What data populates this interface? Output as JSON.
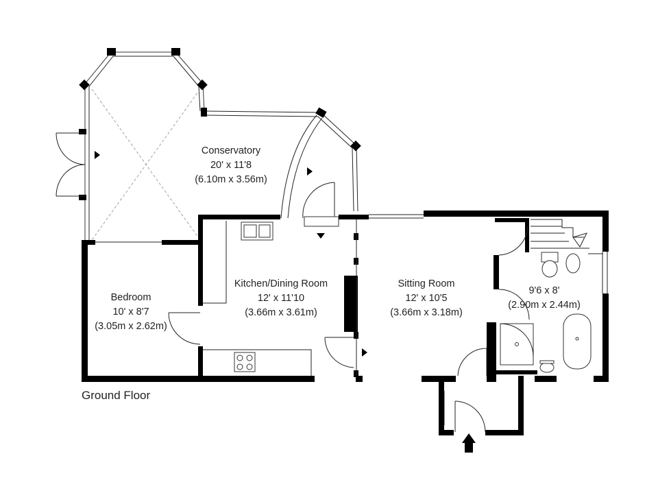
{
  "floor_label": "Ground Floor",
  "rooms": [
    {
      "id": "conservatory",
      "name": "Conservatory",
      "imperial": "20' x 11'8",
      "metric": "(6.10m x 3.56m)"
    },
    {
      "id": "kitchen",
      "name": "Kitchen/Dining Room",
      "imperial": "12' x 11'10",
      "metric": "(3.66m x 3.61m)"
    },
    {
      "id": "sitting",
      "name": "Sitting Room",
      "imperial": "12' x 10'5",
      "metric": "(3.66m x 3.18m)"
    },
    {
      "id": "bedroom",
      "name": "Bedroom",
      "imperial": "10' x 8'7",
      "metric": "(3.05m x 2.62m)"
    },
    {
      "id": "bathroom",
      "name": "",
      "imperial": "9'6 x 8'",
      "metric": "(2.90m x 2.44m)"
    }
  ]
}
